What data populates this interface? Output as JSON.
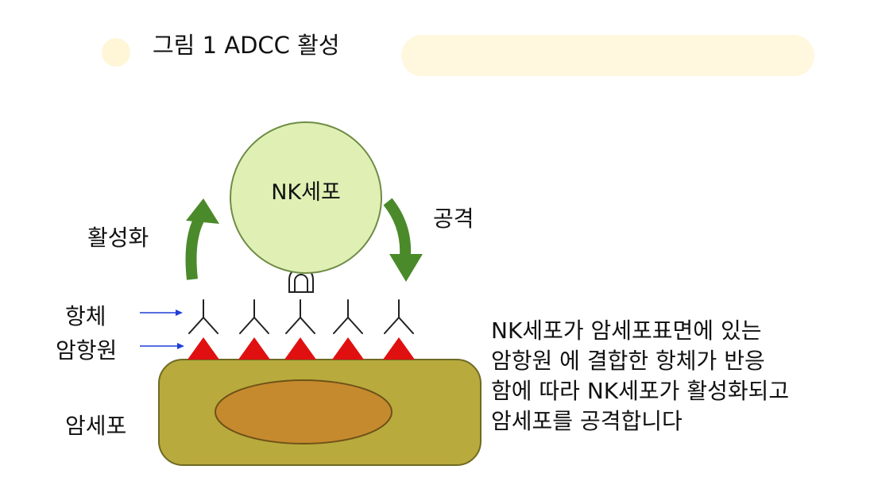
{
  "title": "그림 1 ADCC 활성",
  "nk_cell_label": "NK세포",
  "labels": {
    "activation": "활성화",
    "attack": "공격",
    "antibody": "항체",
    "antigen": "암항원",
    "cancer_cell": "암세포"
  },
  "description_lines": [
    "NK세포가 암세포표면에 있는",
    "암항원 에 결합한 항체가 반응",
    "함에 따라 NK세포가 활성화되고",
    "암세포를 공격합니다"
  ],
  "colors": {
    "nk_cell_fill": "#e0f0b4",
    "nk_cell_stroke": "#6e8c46",
    "arrow": "#4b8a2a",
    "antigen": "#e01010",
    "cancer_cell": "#b8aa3c",
    "nucleus": "#c68a2e",
    "pointer": "#1f3fd6",
    "watermark": "#fff2cc"
  }
}
